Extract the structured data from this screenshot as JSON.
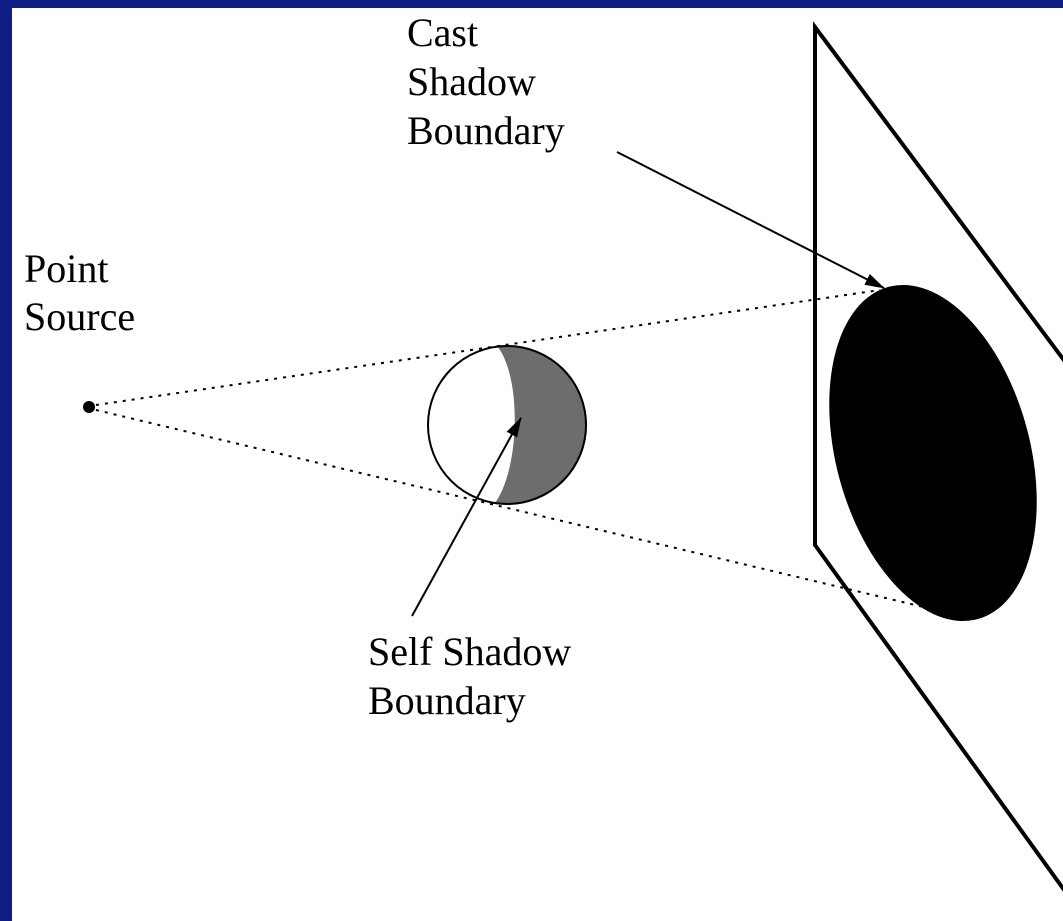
{
  "colors": {
    "frame": "#0e1d84",
    "background": "#ffffff",
    "ink": "#000000",
    "self_shadow_fill": "#6d6d6d",
    "cast_shadow_fill": "#000000"
  },
  "labels": {
    "point_source": [
      "Point",
      "Source"
    ],
    "cast_shadow_boundary": [
      "Cast",
      "Shadow",
      "Boundary"
    ],
    "self_shadow_boundary": [
      "Self Shadow",
      "Boundary"
    ]
  }
}
